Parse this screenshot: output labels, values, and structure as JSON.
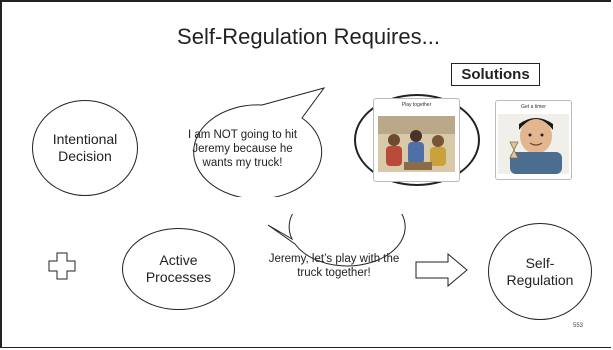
{
  "slide": {
    "title": "Self-Regulation Requires...",
    "solutions_label": "Solutions",
    "intentional_decision": [
      "Intentional",
      "Decision"
    ],
    "speech_1": [
      "I am NOT going",
      "to hit Jeremy",
      "because he",
      "wants my truck!"
    ],
    "image_1_caption": "Play together",
    "image_2_caption": "Get a timer",
    "plus_symbol": "plus-icon",
    "active_processes": [
      "Active",
      "Processes"
    ],
    "speech_2": [
      "Jeremy, let’s",
      "play with the",
      "truck together!"
    ],
    "arrow_symbol": "right-arrow-icon",
    "self_regulation": [
      "Self-",
      "Regulation"
    ],
    "page_number": "553"
  }
}
